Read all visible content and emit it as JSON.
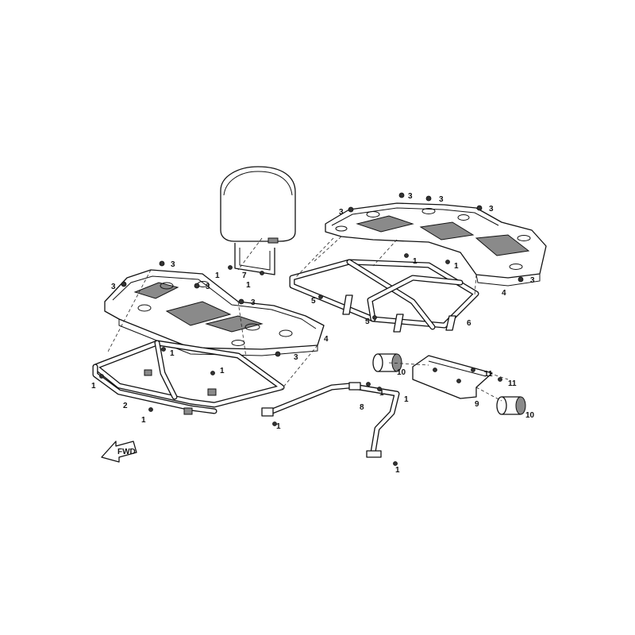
{
  "diagram": {
    "fwd_label": "FWD",
    "callouts": [
      {
        "n": "1"
      },
      {
        "n": "2"
      },
      {
        "n": "3"
      },
      {
        "n": "4"
      },
      {
        "n": "5"
      },
      {
        "n": "6"
      },
      {
        "n": "7"
      },
      {
        "n": "8"
      },
      {
        "n": "9"
      },
      {
        "n": "10"
      },
      {
        "n": "11"
      }
    ]
  }
}
